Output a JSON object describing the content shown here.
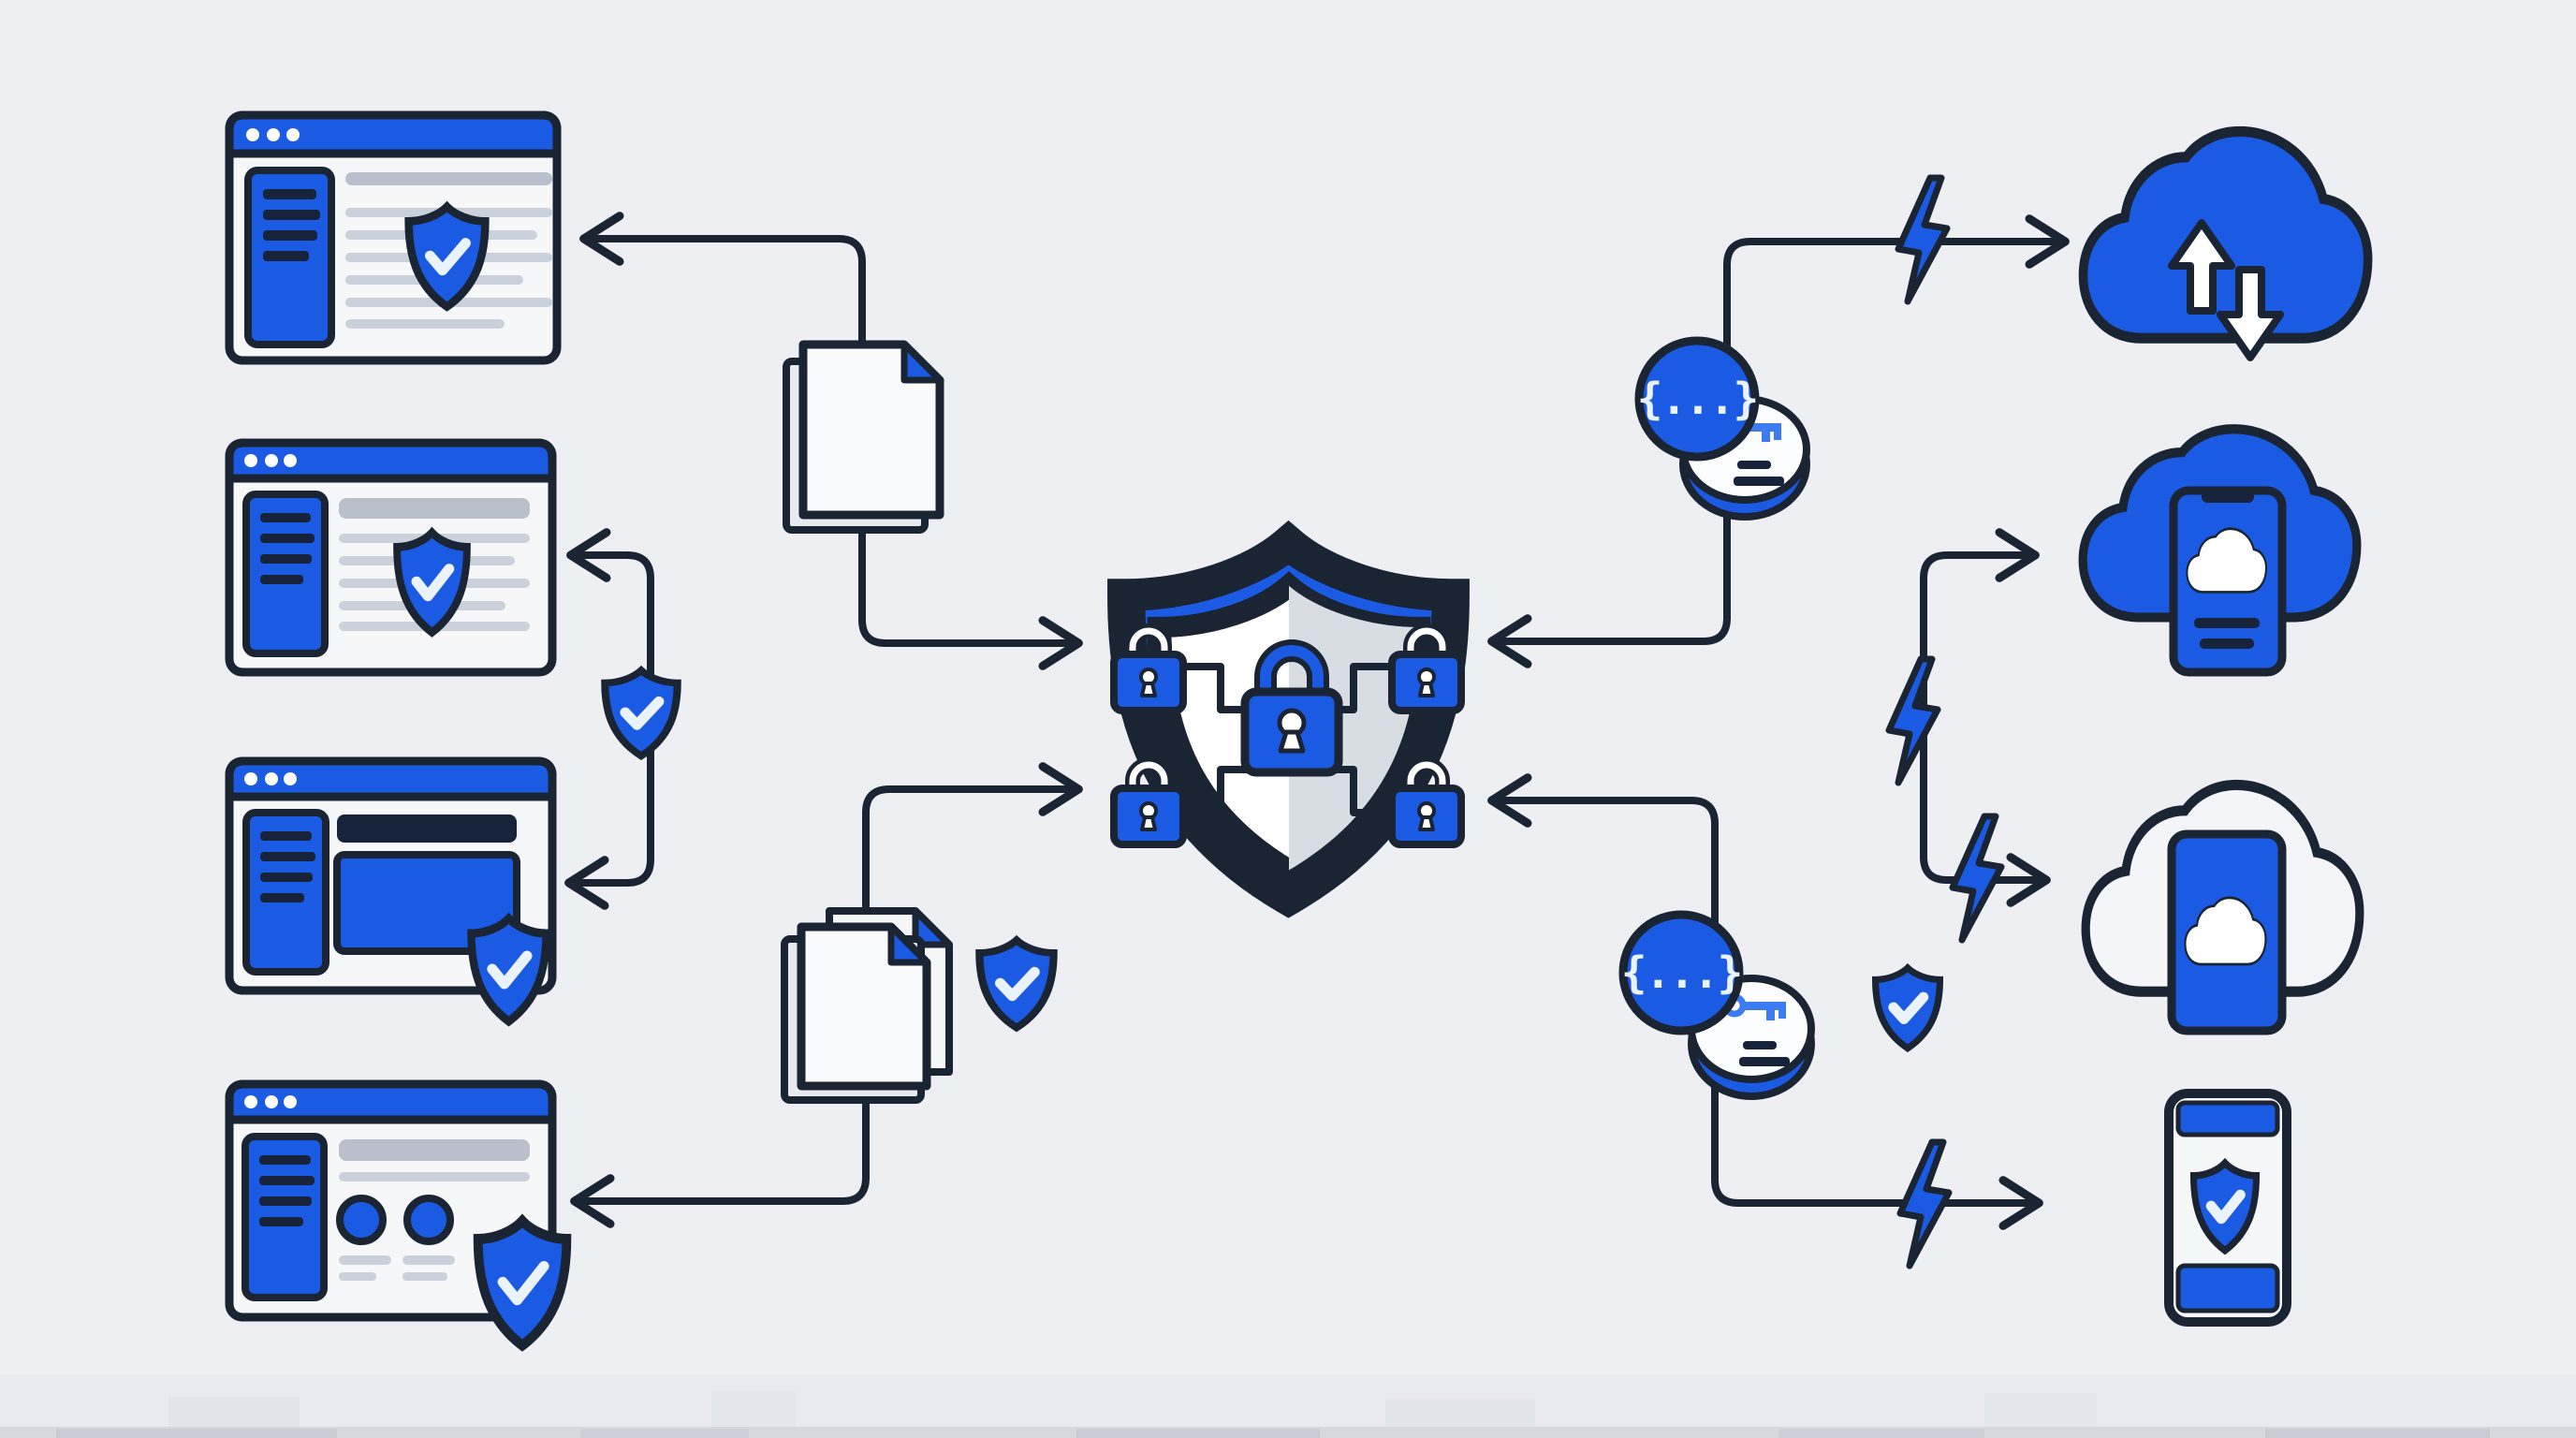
{
  "title": "Browser data protection and encrypted cloud sync diagram",
  "token_glyph": "{...}",
  "colors": {
    "bg": "#EDEFF3",
    "blue": "#1B5BE3",
    "dark": "#1A2433",
    "navy": "#16233B",
    "panel": "#F6F7F9",
    "white": "#FFFFFF",
    "page": "#FAFBFD",
    "pageBack": "#E7EAEF",
    "grayLine": "#CBD1DA",
    "grayHead": "#B9C0CC",
    "innerGray": "#D8DCE3",
    "check": "#EAF2FC",
    "keyBlue": "#3D7BF0",
    "coin": "#FCFDFE",
    "cloudWhite": "#F3F5F8",
    "band": "#E8EAEF",
    "bandLine": "#D2D5DA",
    "bandDark": "#C7CBD1"
  },
  "diagram": {
    "left_nodes": [
      {
        "id": "browser-window-1",
        "kind": "browser-window",
        "icon": "shield-check-icon",
        "detail": "sidebar + text lines + centered verified shield"
      },
      {
        "id": "browser-window-2",
        "kind": "browser-window",
        "icon": "shield-check-icon",
        "detail": "sidebar + text lines + centered verified shield"
      },
      {
        "id": "browser-window-3",
        "kind": "browser-window",
        "icon": "shield-check-badge",
        "detail": "sidebar + dark header bar + large blue panel + corner shield badge"
      },
      {
        "id": "browser-window-4",
        "kind": "browser-window",
        "icon": "shield-check-badge",
        "detail": "sidebar + text lines + two avatar circles + corner shield badge"
      }
    ],
    "middle_nodes": [
      {
        "id": "document-stack-1",
        "kind": "documents",
        "pages": 2,
        "detail": "pages with blue folded corner"
      },
      {
        "id": "document-stack-2",
        "kind": "documents",
        "pages": 3,
        "icon": "shield-check-icon",
        "detail": "pages with blue folded corners plus verified shield"
      },
      {
        "id": "inline-shield",
        "kind": "shield-check",
        "detail": "small verified shield on connector between window 2 and window 3"
      }
    ],
    "center_node": {
      "id": "security-hub",
      "kind": "shield-with-padlocks",
      "padlocks": 5,
      "detail": "large blue shield, white/gray split interior, central padlock linked to four corner padlocks"
    },
    "right_nodes": [
      {
        "id": "api-token-1",
        "kind": "code-token",
        "glyph": "{...}",
        "icon": "key-coin-icon"
      },
      {
        "id": "api-token-2",
        "kind": "code-token",
        "glyph": "{...}",
        "icon": "key-coin-icon"
      },
      {
        "id": "shield-mini-right",
        "kind": "shield-check",
        "detail": "small verified shield near lower token"
      },
      {
        "id": "cloud-sync",
        "kind": "cloud",
        "icon": "upload-download-arrows"
      },
      {
        "id": "cloud-phone-blue",
        "kind": "cloud-with-phone",
        "icon": "cloud-glyph-on-phone"
      },
      {
        "id": "cloud-phone-outline",
        "kind": "outline-cloud-with-phone",
        "icon": "cloud-glyph-on-phone"
      },
      {
        "id": "phone-shield",
        "kind": "phone",
        "icon": "shield-check-icon"
      }
    ],
    "bolts": [
      "lightning-bolt-1",
      "lightning-bolt-2",
      "lightning-bolt-3",
      "lightning-bolt-4"
    ],
    "edges": [
      {
        "from": "document-stack-1",
        "to": [
          "browser-window-1",
          "security-hub"
        ],
        "style": "elbow, arrowheads both ends"
      },
      {
        "from": "inline-shield",
        "to": [
          "browser-window-2",
          "browser-window-3"
        ],
        "style": "elbow, arrowheads both ends"
      },
      {
        "from": "document-stack-2",
        "to": [
          "security-hub",
          "browser-window-4"
        ],
        "style": "elbow, arrowheads both ends"
      },
      {
        "from": "api-token-1",
        "to": "cloud-sync",
        "via": "lightning-bolt-1"
      },
      {
        "from": "api-token-1",
        "to": "security-hub"
      },
      {
        "from": "api-token-2",
        "to": "security-hub"
      },
      {
        "from": "api-token-2",
        "to": "phone-shield",
        "via": "lightning-bolt-4"
      },
      {
        "from": "connector-vertical",
        "to": "cloud-phone-blue",
        "via": "lightning-bolt-2"
      },
      {
        "from": "connector-vertical",
        "to": "cloud-phone-outline",
        "via": "lightning-bolt-3"
      }
    ]
  }
}
